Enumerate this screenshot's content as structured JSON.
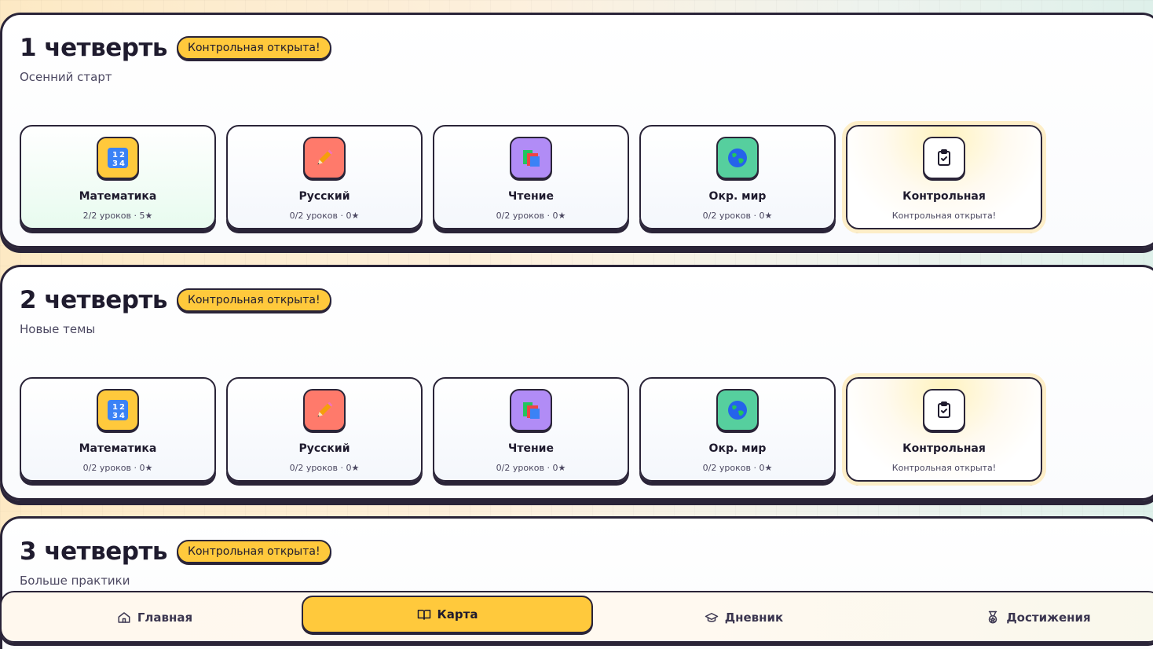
{
  "quarters": [
    {
      "title": "1 четверть",
      "badge": "Контрольная открыта!",
      "subtitle": "Осенний старт",
      "subjects": [
        {
          "name": "Математика",
          "progress": "2/2 уроков · 5★",
          "icon": "math-icon",
          "done": true
        },
        {
          "name": "Русский",
          "progress": "0/2 уроков · 0★",
          "icon": "pencil-icon"
        },
        {
          "name": "Чтение",
          "progress": "0/2 уроков · 0★",
          "icon": "books-icon"
        },
        {
          "name": "Окр. мир",
          "progress": "0/2 уроков · 0★",
          "icon": "globe-icon"
        },
        {
          "name": "Контрольная",
          "progress": "Контрольная открыта!",
          "icon": "clipboard-icon"
        }
      ]
    },
    {
      "title": "2 четверть",
      "badge": "Контрольная открыта!",
      "subtitle": "Новые темы",
      "subjects": [
        {
          "name": "Математика",
          "progress": "0/2 уроков · 0★",
          "icon": "math-icon"
        },
        {
          "name": "Русский",
          "progress": "0/2 уроков · 0★",
          "icon": "pencil-icon"
        },
        {
          "name": "Чтение",
          "progress": "0/2 уроков · 0★",
          "icon": "books-icon"
        },
        {
          "name": "Окр. мир",
          "progress": "0/2 уроков · 0★",
          "icon": "globe-icon"
        },
        {
          "name": "Контрольная",
          "progress": "Контрольная открыта!",
          "icon": "clipboard-icon"
        }
      ]
    },
    {
      "title": "3 четверть",
      "badge": "Контрольная открыта!",
      "subtitle": "Больше практики"
    }
  ],
  "nav": {
    "home": "Главная",
    "map": "Карта",
    "diary": "Дневник",
    "achievements": "Достижения",
    "active": "map"
  },
  "colors": {
    "accent": "#ffc93c",
    "outline": "#2a2438",
    "math": "#ffc93c",
    "russian": "#ff7a6b",
    "reading": "#b18cf6",
    "world": "#56cf9e"
  }
}
